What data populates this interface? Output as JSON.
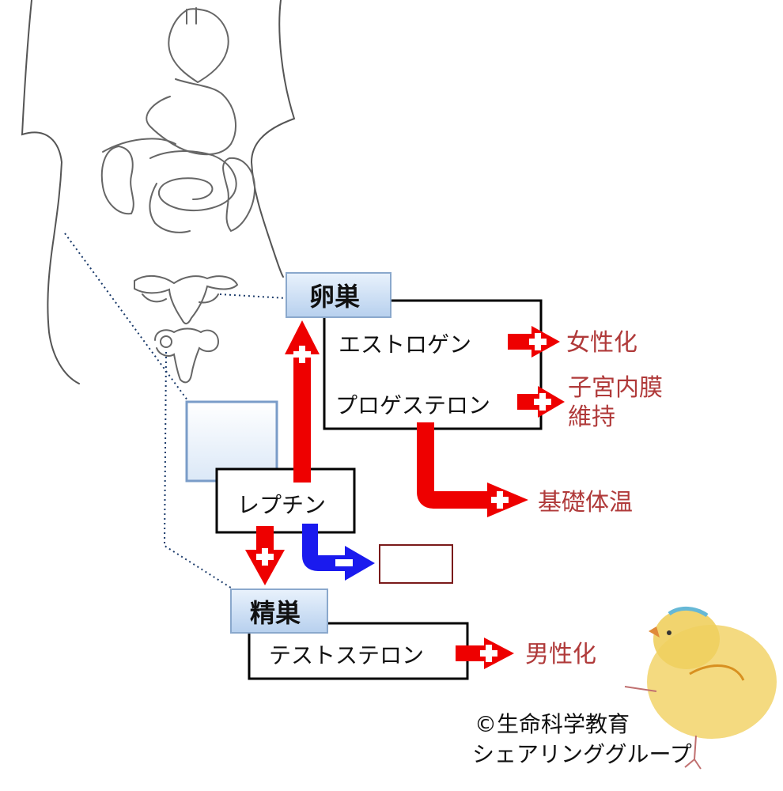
{
  "organs": {
    "ovary_label": "卵巣",
    "testis_label": "精巣"
  },
  "hormones": {
    "estrogen": "エストロゲン",
    "progesterone": "プロゲステロン",
    "leptin": "レプチン",
    "testosterone": "テストステロン"
  },
  "effects": {
    "feminization": "女性化",
    "endometrium_line1": "子宮内膜",
    "endometrium_line2": "維持",
    "basal_temp": "基礎体温",
    "masculinization": "男性化"
  },
  "credit": {
    "line1": "©生命科学教育",
    "line2": "シェアリンググループ"
  },
  "colors": {
    "stimulate": "#ee0000",
    "inhibit": "#1a1aee",
    "effect_text": "#b03a3a",
    "organ_box": "#c5dcf5"
  }
}
